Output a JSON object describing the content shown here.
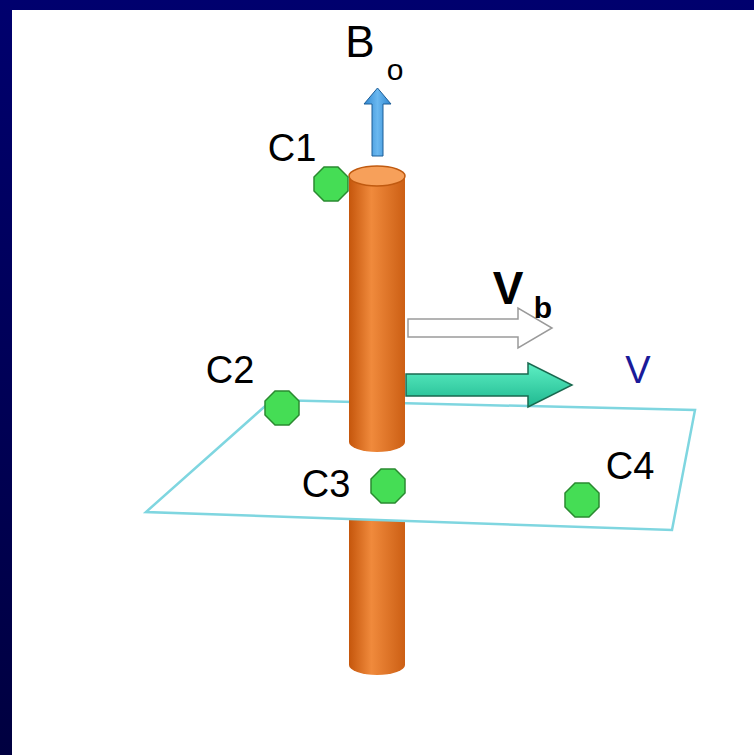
{
  "diagram": {
    "labels": [
      "B",
      "o",
      "C1",
      "V",
      "b",
      "V",
      "C2",
      "C3",
      "C4"
    ]
  }
}
